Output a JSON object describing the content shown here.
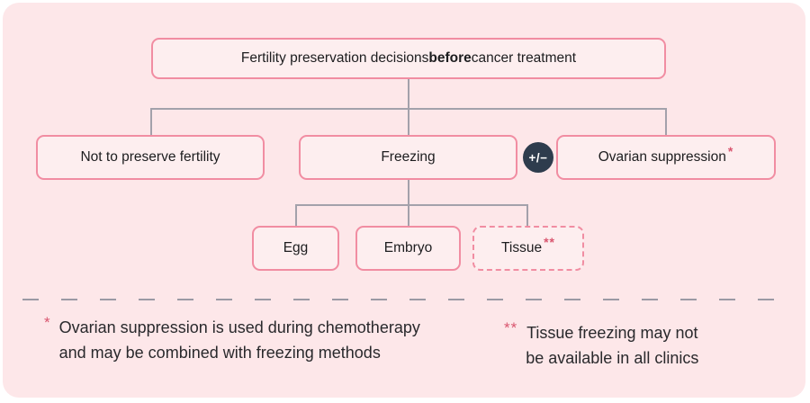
{
  "flowchart": {
    "root": {
      "text_before": "Fertility preservation decisions ",
      "text_bold": "before",
      "text_after": " cancer treatment"
    },
    "level2": [
      {
        "label": "Not to preserve fertility"
      },
      {
        "label": "Freezing"
      },
      {
        "label": "Ovarian suppression",
        "footnote_marker": "*"
      }
    ],
    "badge": {
      "label": "+/−"
    },
    "level3": [
      {
        "label": "Egg"
      },
      {
        "label": "Embryo"
      },
      {
        "label": "Tissue",
        "footnote_marker": "**"
      }
    ]
  },
  "footnotes": [
    {
      "marker": "*",
      "line1": "Ovarian suppression is used during chemotherapy",
      "line2": "and may be combined with freezing methods"
    },
    {
      "marker": "**",
      "line1": "Tissue freezing may not",
      "line2": "be available in all clinics"
    }
  ],
  "colors": {
    "panel_background": "#fde7e9",
    "box_fill": "#fdeeef",
    "box_border": "#f18da2",
    "footnote_marker": "#d9566f",
    "badge_background": "#2e3c4d",
    "badge_text": "#ffffff",
    "connector": "#a3a1ab",
    "text": "#1d1d1f"
  }
}
